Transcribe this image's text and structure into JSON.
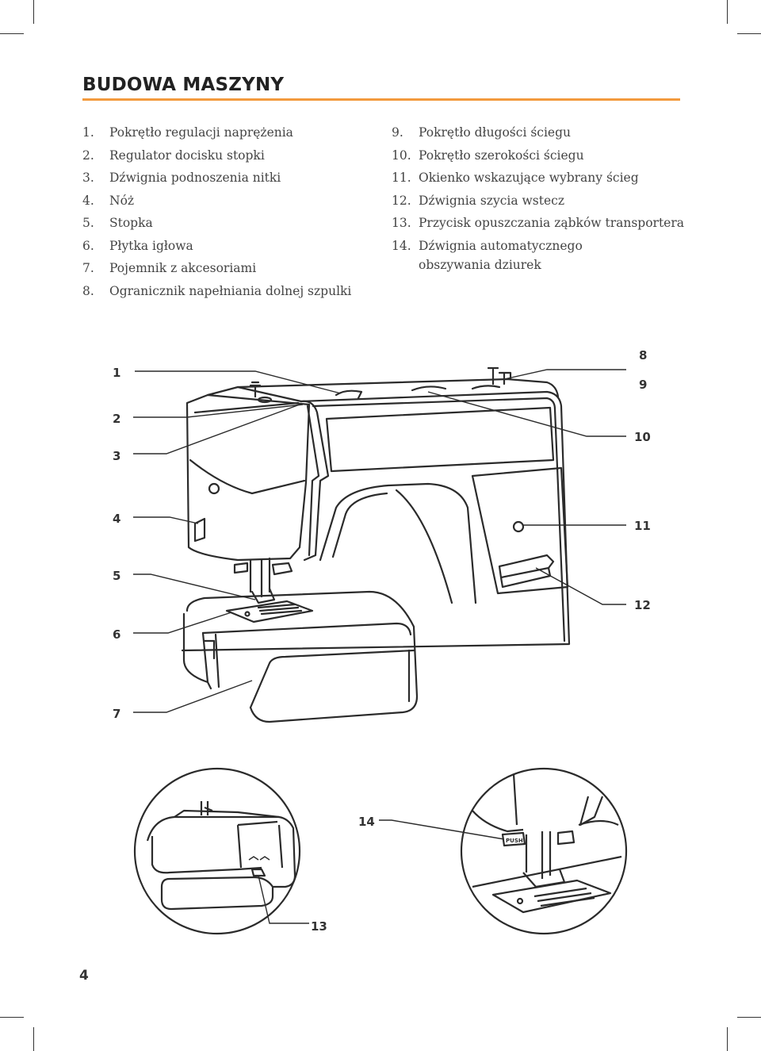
{
  "page": {
    "title": "BUDOWA MASZYNY",
    "page_number": "4"
  },
  "parts_left": [
    {
      "num": "1.",
      "label": "Pokrętło regulacji naprężenia"
    },
    {
      "num": "2.",
      "label": "Regulator docisku stopki"
    },
    {
      "num": "3.",
      "label": "Dźwignia podnoszenia nitki"
    },
    {
      "num": "4.",
      "label": "Nóż"
    },
    {
      "num": "5.",
      "label": "Stopka"
    },
    {
      "num": "6.",
      "label": "Płytka igłowa"
    },
    {
      "num": "7.",
      "label": "Pojemnik z akcesoriami"
    },
    {
      "num": "8.",
      "label": "Ogranicznik napełniania dolnej szpulki"
    }
  ],
  "parts_right": [
    {
      "num": "9.",
      "label": "Pokrętło długości ściegu"
    },
    {
      "num": "10.",
      "label": "Pokrętło szerokości ściegu"
    },
    {
      "num": "11.",
      "label": "Okienko wskazujące wybrany ścieg"
    },
    {
      "num": "12.",
      "label": "Dźwignia szycia wstecz"
    },
    {
      "num": "13.",
      "label": "Przycisk opuszczania ząbków transportera"
    },
    {
      "num": "14.",
      "label": "Dźwignia automatycznego obszywania dziurek"
    }
  ],
  "callouts": {
    "c1": "1",
    "c2": "2",
    "c3": "3",
    "c4": "4",
    "c5": "5",
    "c6": "6",
    "c7": "7",
    "c8": "8",
    "c9": "9",
    "c10": "10",
    "c11": "11",
    "c12": "12",
    "c13": "13",
    "c14": "14",
    "push_label": "PUSH"
  },
  "colors": {
    "accent_rule": "#f39a3d",
    "line_art": "#2b2b2b"
  }
}
